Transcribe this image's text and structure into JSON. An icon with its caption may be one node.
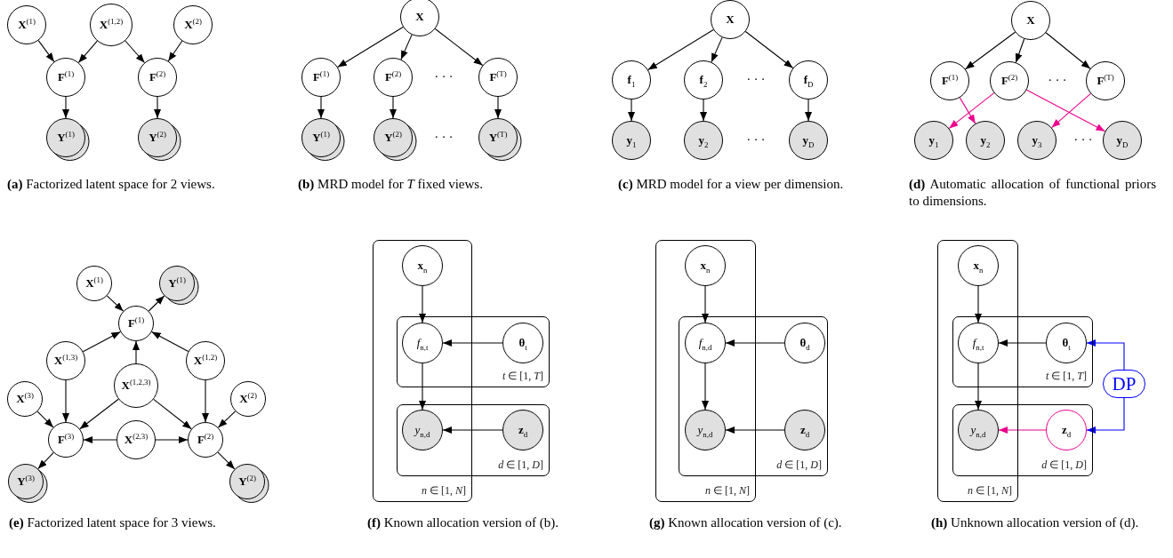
{
  "diagram": {
    "nodes": [
      {
        "text": [
          "**X**$^{(1)}$"
        ]
      },
      {
        "text": [
          "**X**$^{(1,2)}$"
        ]
      },
      {
        "text": [
          "**X**$^{(2)}$"
        ]
      },
      {
        "text": [
          "**F**$^{(1)}$"
        ]
      },
      {
        "text": [
          "**F**$^{(2)}$"
        ]
      },
      {
        "text": [
          "**Y**$^{(1)}$"
        ]
      },
      {
        "text": [
          "**Y**$^{(2)}$"
        ]
      },
      {
        "text": [
          "**X**"
        ]
      },
      {
        "text": [
          "**F**$^{(1)}$"
        ]
      },
      {
        "text": [
          "**F**$^{(2)}$"
        ]
      },
      {
        "text": [
          "**F**$^{(T)}$"
        ]
      },
      {
        "text": [
          "**Y**$^{(1)}$"
        ]
      },
      {
        "text": [
          "**Y**$^{(2)}$"
        ]
      },
      {
        "text": [
          "**Y**$^{(T)}$"
        ]
      },
      {
        "text": [
          "**X**"
        ]
      },
      {
        "text": [
          "**f**$_{1}$"
        ]
      },
      {
        "text": [
          "**f**$_{2}$"
        ]
      },
      {
        "text": [
          "**f**$_{D}$"
        ]
      },
      {
        "text": [
          "**y**$_{1}$"
        ]
      },
      {
        "text": [
          "**y**$_{2}$"
        ]
      },
      {
        "text": [
          "**y**$_{D}$"
        ]
      },
      {
        "text": [
          "**X**"
        ]
      },
      {
        "text": [
          "**F**$^{(1)}$"
        ]
      },
      {
        "text": [
          "**F**$^{(2)}$"
        ]
      },
      {
        "text": [
          "**F**$^{(T)}$"
        ]
      },
      {
        "text": [
          "**y**$_{1}$"
        ]
      },
      {
        "text": [
          "**y**$_{2}$"
        ]
      },
      {
        "text": [
          "**y**$_{3}$"
        ]
      },
      {
        "text": [
          "**y**$_{D}$"
        ]
      },
      {
        "text": [
          "**X**$^{(1)}$"
        ]
      },
      {
        "text": [
          "**Y**$^{(1)}$"
        ]
      },
      {
        "text": [
          "**F**$^{(1)}$"
        ]
      },
      {
        "text": [
          "**X**$^{(1,3)}$"
        ]
      },
      {
        "text": [
          "**X**$^{(1,2)}$"
        ]
      },
      {
        "text": [
          "**X**$^{(1,2,3)}$"
        ]
      },
      {
        "text": [
          "**X**$^{(3)}$"
        ]
      },
      {
        "text": [
          "**X**$^{(2)}$"
        ]
      },
      {
        "text": [
          "**F**$^{(3)}$"
        ]
      },
      {
        "text": [
          "**X**$^{(2,3)}$"
        ]
      },
      {
        "text": [
          "**F**$^{(2)}$"
        ]
      },
      {
        "text": [
          "**Y**$^{(3)}$"
        ]
      },
      {
        "text": [
          "**Y**$^{(2)}$"
        ]
      },
      {
        "text": [
          "*n* ∈ [1, *N*]"
        ]
      },
      {
        "text": [
          "**x**$_{n}$"
        ],
        "in": 42
      },
      {
        "text": [
          "*t* ∈ [1, *T*]"
        ]
      },
      {
        "text": [
          "*f*$_{n,t}$"
        ]
      },
      {
        "text": [
          "**θ**$_{t}$"
        ],
        "in": 44
      },
      {
        "text": [
          "*d* ∈ [1, *D*]"
        ]
      },
      {
        "text": [
          "*y*$_{n,d}$"
        ]
      },
      {
        "text": [
          "**z**$_{d}$"
        ],
        "in": 47
      },
      {
        "text": [
          "*n* ∈ [1, *N*]"
        ]
      },
      {
        "text": [
          "**x**$_{n}$"
        ],
        "in": 50
      },
      {
        "text": [
          "*d* ∈ [1, *D*]"
        ]
      },
      {
        "text": [
          "*f*$_{n,d}$"
        ]
      },
      {
        "text": [
          "**θ**$_{d}$"
        ],
        "in": 52
      },
      {
        "text": [
          "*y*$_{n,d}$"
        ]
      },
      {
        "text": [
          "**z**$_{d}$"
        ],
        "in": 52
      },
      {
        "text": [
          "*n* ∈ [1, *N*]"
        ]
      },
      {
        "text": [
          "**x**$_{n}$"
        ],
        "in": 57
      },
      {
        "text": [
          "*t* ∈ [1, *T*]"
        ]
      },
      {
        "text": [
          "*f*$_{n,t}$"
        ]
      },
      {
        "text": [
          "**θ**$_{t}$"
        ],
        "in": 59
      },
      {
        "text": [
          "*d* ∈ [1, *D*]"
        ]
      },
      {
        "text": [
          "*y*$_{n,d}$"
        ]
      },
      {
        "text": [
          "**z**$_{d}$"
        ],
        "in": 62
      },
      {
        "text": [
          "DP"
        ]
      }
    ],
    "edges": [
      {
        "from": 0,
        "to": 3,
        "arrow": "to"
      },
      {
        "from": 1,
        "to": 3,
        "arrow": "to"
      },
      {
        "from": 1,
        "to": 4,
        "arrow": "to"
      },
      {
        "from": 2,
        "to": 4,
        "arrow": "to"
      },
      {
        "from": 3,
        "to": 5,
        "arrow": "to"
      },
      {
        "from": 4,
        "to": 6,
        "arrow": "to"
      },
      {
        "from": 7,
        "to": 8,
        "arrow": "to"
      },
      {
        "from": 7,
        "to": 9,
        "arrow": "to"
      },
      {
        "from": 7,
        "to": 10,
        "arrow": "to"
      },
      {
        "from": 8,
        "to": 11,
        "arrow": "to"
      },
      {
        "from": 9,
        "to": 12,
        "arrow": "to"
      },
      {
        "from": 10,
        "to": 13,
        "arrow": "to"
      },
      {
        "from": 14,
        "to": 15,
        "arrow": "to"
      },
      {
        "from": 14,
        "to": 16,
        "arrow": "to"
      },
      {
        "from": 14,
        "to": 17,
        "arrow": "to"
      },
      {
        "from": 15,
        "to": 18,
        "arrow": "to"
      },
      {
        "from": 16,
        "to": 19,
        "arrow": "to"
      },
      {
        "from": 17,
        "to": 20,
        "arrow": "to"
      },
      {
        "from": 21,
        "to": 22,
        "arrow": "to"
      },
      {
        "from": 21,
        "to": 23,
        "arrow": "to"
      },
      {
        "from": 21,
        "to": 24,
        "arrow": "to"
      },
      {
        "from": 22,
        "to": 26,
        "arrow": "to",
        "color": "#ec008c"
      },
      {
        "from": 23,
        "to": 25,
        "arrow": "to",
        "color": "#ec008c"
      },
      {
        "from": 23,
        "to": 28,
        "arrow": "to",
        "color": "#ec008c"
      },
      {
        "from": 24,
        "to": 27,
        "arrow": "to",
        "color": "#ec008c"
      },
      {
        "from": 29,
        "to": 31,
        "arrow": "to"
      },
      {
        "from": 31,
        "to": 30,
        "arrow": "to"
      },
      {
        "from": 32,
        "to": 31,
        "arrow": "to"
      },
      {
        "from": 33,
        "to": 31,
        "arrow": "to"
      },
      {
        "from": 34,
        "to": 31,
        "arrow": "to"
      },
      {
        "from": 32,
        "to": 37,
        "arrow": "to"
      },
      {
        "from": 33,
        "to": 39,
        "arrow": "to"
      },
      {
        "from": 34,
        "to": 37,
        "arrow": "to"
      },
      {
        "from": 34,
        "to": 39,
        "arrow": "to"
      },
      {
        "from": 35,
        "to": 37,
        "arrow": "to"
      },
      {
        "from": 36,
        "to": 39,
        "arrow": "to"
      },
      {
        "from": 38,
        "to": 37,
        "arrow": "to"
      },
      {
        "from": 38,
        "to": 39,
        "arrow": "to"
      },
      {
        "from": 37,
        "to": 40,
        "arrow": "to"
      },
      {
        "from": 39,
        "to": 41,
        "arrow": "to"
      },
      {
        "from": 43,
        "to": 45,
        "arrow": "to"
      },
      {
        "from": 46,
        "to": 45,
        "arrow": "to"
      },
      {
        "from": 45,
        "to": 48,
        "arrow": "to"
      },
      {
        "from": 49,
        "to": 48,
        "arrow": "to"
      },
      {
        "from": 51,
        "to": 53,
        "arrow": "to"
      },
      {
        "from": 54,
        "to": 53,
        "arrow": "to"
      },
      {
        "from": 53,
        "to": 55,
        "arrow": "to"
      },
      {
        "from": 56,
        "to": 55,
        "arrow": "to"
      },
      {
        "from": 58,
        "to": 60,
        "arrow": "to"
      },
      {
        "from": 61,
        "to": 60,
        "arrow": "to"
      },
      {
        "from": 60,
        "to": 63,
        "arrow": "to"
      },
      {
        "from": 64,
        "to": 63,
        "arrow": "to",
        "color": "#ec008c"
      },
      {
        "from": 65,
        "to": 61,
        "arrow": "to",
        "color": "#0000ff"
      },
      {
        "from": 65,
        "to": 64,
        "arrow": "to",
        "color": "#0000ff"
      }
    ],
    "labels": [
      "· · ·",
      "· · ·",
      "· · ·",
      "· · ·",
      "· · ·",
      "· · ·",
      "**(a)** Factorized latent space for 2 views.",
      "**(b)** MRD model for *T* fixed views.",
      "**(c)** MRD model for a view per dimension.",
      "**(d)** Automatic allocation of functional priors to dimensions.",
      "**(e)** Factorized latent space for 3 views.",
      "**(f)** Known allocation version of (b).",
      "**(g)** Known allocation version of (c).",
      "**(h)** Unknown allocation version of (d)."
    ]
  }
}
